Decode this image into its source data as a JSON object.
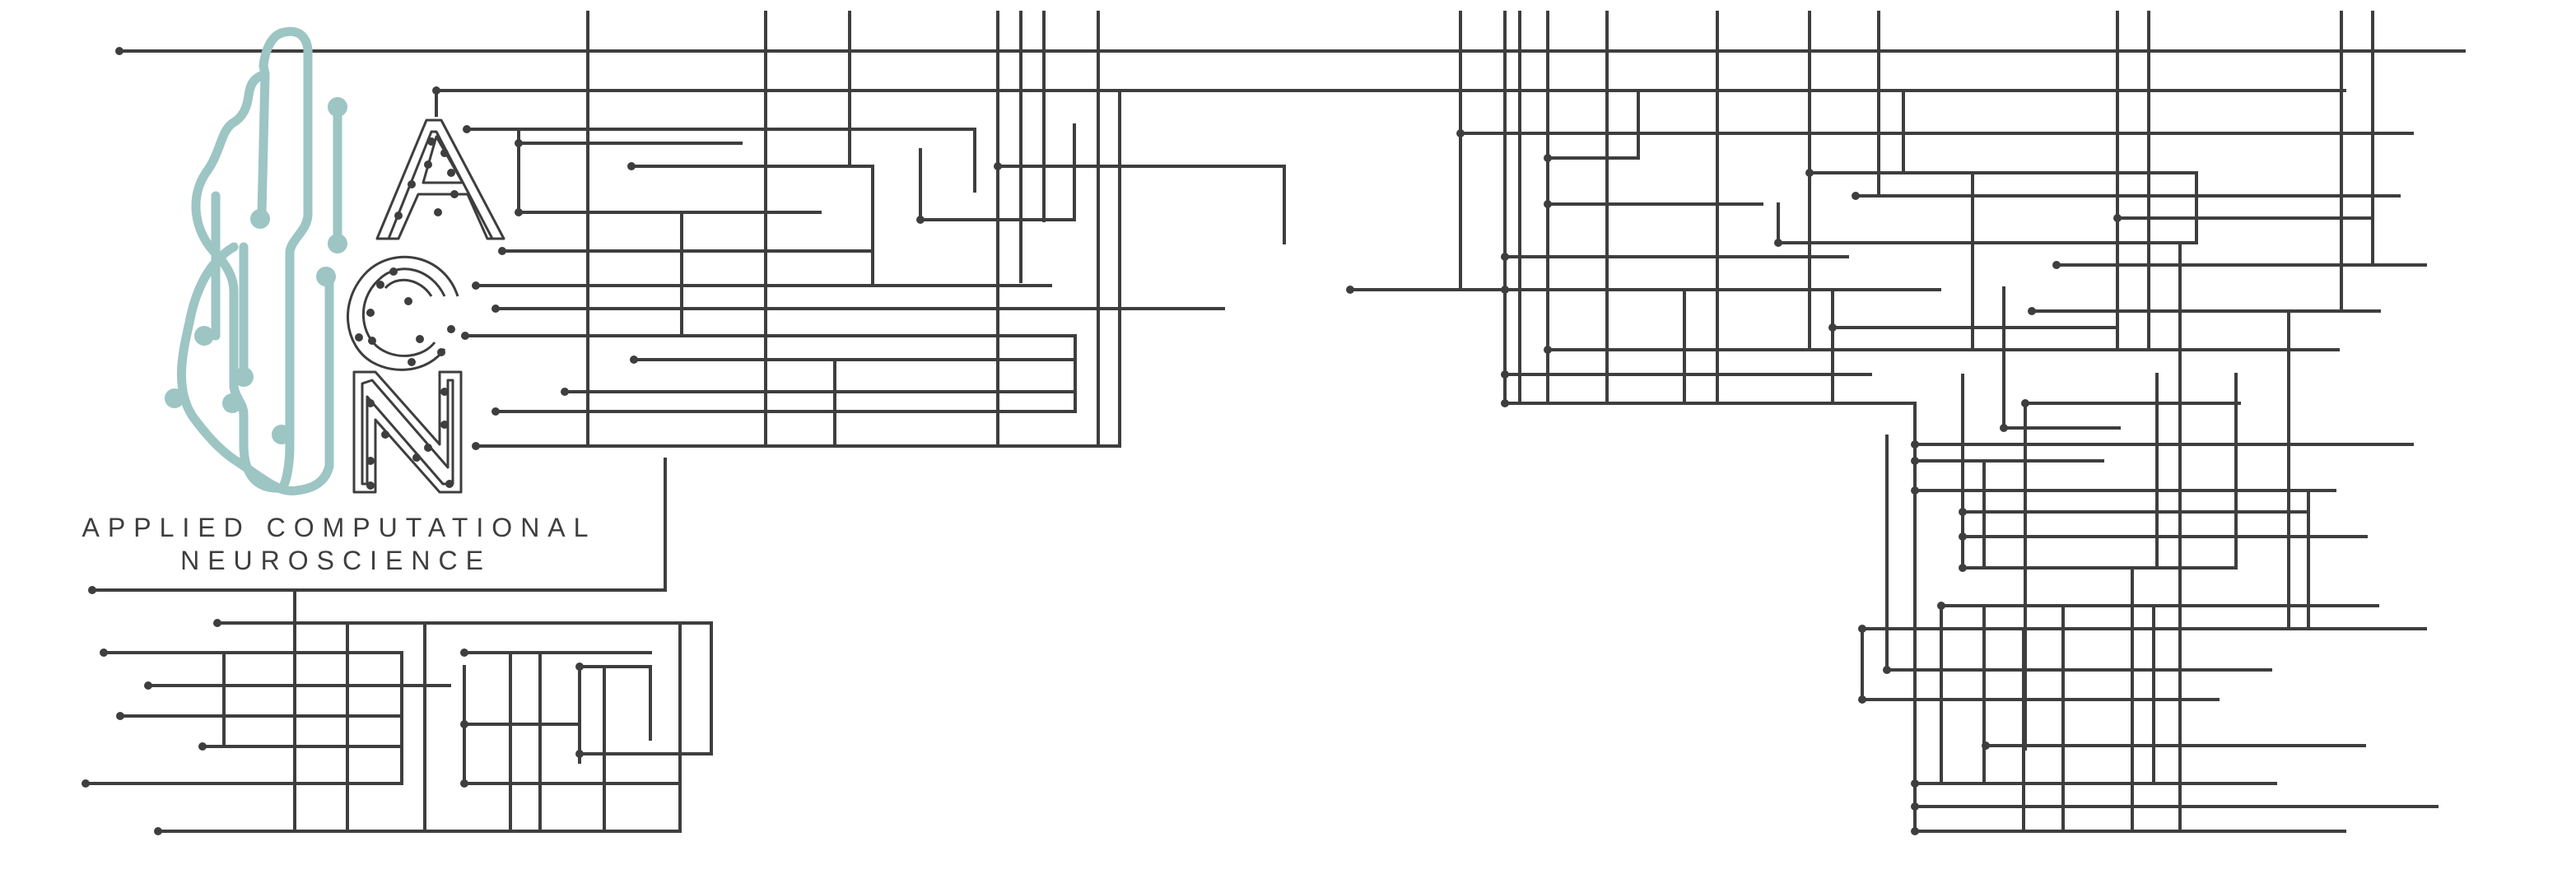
{
  "brand": {
    "line1": "APPLIED COMPUTATIONAL",
    "line2": "NEUROSCIENCE",
    "monogram": "ACN"
  },
  "colors": {
    "circuit": "#3e3e3e",
    "brain": "#9cc5c3",
    "background": "#ffffff"
  },
  "icons": {
    "logo": "brain-circuit-icon",
    "background": "circuit-trace-pattern"
  }
}
